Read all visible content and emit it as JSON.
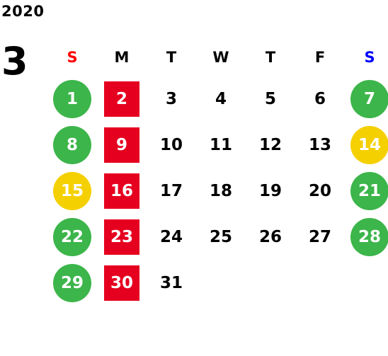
{
  "calendar": {
    "year": "2020",
    "month": "3",
    "weekdays": [
      {
        "label": "S",
        "color": "#ff0000"
      },
      {
        "label": "M",
        "color": "#000000"
      },
      {
        "label": "T",
        "color": "#000000"
      },
      {
        "label": "W",
        "color": "#000000"
      },
      {
        "label": "T",
        "color": "#000000"
      },
      {
        "label": "F",
        "color": "#000000"
      },
      {
        "label": "S",
        "color": "#0000ff"
      }
    ],
    "colors": {
      "green": "#3cb54a",
      "yellow": "#f5d000",
      "red": "#e60020"
    },
    "weeks": [
      [
        {
          "day": "1",
          "mark": "green"
        },
        {
          "day": "2",
          "mark": "red"
        },
        {
          "day": "3"
        },
        {
          "day": "4"
        },
        {
          "day": "5"
        },
        {
          "day": "6"
        },
        {
          "day": "7",
          "mark": "green"
        }
      ],
      [
        {
          "day": "8",
          "mark": "green"
        },
        {
          "day": "9",
          "mark": "red"
        },
        {
          "day": "10"
        },
        {
          "day": "11"
        },
        {
          "day": "12"
        },
        {
          "day": "13"
        },
        {
          "day": "14",
          "mark": "yellow"
        }
      ],
      [
        {
          "day": "15",
          "mark": "yellow"
        },
        {
          "day": "16",
          "mark": "red"
        },
        {
          "day": "17"
        },
        {
          "day": "18"
        },
        {
          "day": "19"
        },
        {
          "day": "20"
        },
        {
          "day": "21",
          "mark": "green"
        }
      ],
      [
        {
          "day": "22",
          "mark": "green"
        },
        {
          "day": "23",
          "mark": "red"
        },
        {
          "day": "24"
        },
        {
          "day": "25"
        },
        {
          "day": "26"
        },
        {
          "day": "27"
        },
        {
          "day": "28",
          "mark": "green"
        }
      ],
      [
        {
          "day": "29",
          "mark": "green"
        },
        {
          "day": "30",
          "mark": "red"
        },
        {
          "day": "31"
        },
        {
          "day": ""
        },
        {
          "day": ""
        },
        {
          "day": ""
        },
        {
          "day": ""
        }
      ]
    ]
  }
}
